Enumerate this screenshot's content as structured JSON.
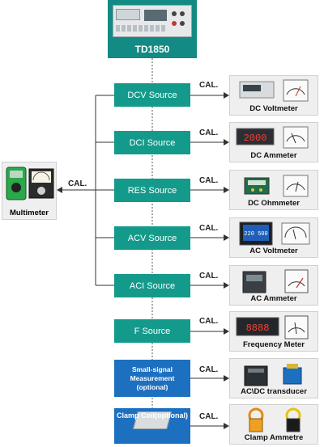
{
  "top": {
    "title": "TD1850"
  },
  "cal_label": "CAL.",
  "sources": [
    {
      "label": "DCV Source"
    },
    {
      "label": "DCI Source"
    },
    {
      "label": "RES Source"
    },
    {
      "label": "ACV Source"
    },
    {
      "label": "ACI Source"
    },
    {
      "label": "F Source"
    },
    {
      "label": "Small-signal Measurement (optional)"
    },
    {
      "label": "Clamp Coil(optional)"
    }
  ],
  "targets": [
    {
      "label": "DC Voltmeter",
      "display": ""
    },
    {
      "label": "DC Ammeter",
      "display": "2000"
    },
    {
      "label": "DC Ohmmeter",
      "display": ""
    },
    {
      "label": "AC Voltmeter",
      "display": "220 500"
    },
    {
      "label": "AC Ammeter",
      "display": ""
    },
    {
      "label": "Frequency Meter",
      "display": "8888"
    },
    {
      "label": "AC\\DC transducer",
      "display": ""
    },
    {
      "label": "Clamp Ammetre",
      "display": ""
    }
  ],
  "multimeter": {
    "label": "Multimeter"
  },
  "colors": {
    "teal": "#149a8b",
    "blue": "#1d6fc0",
    "card_bg": "#efefef",
    "line": "#333333"
  }
}
